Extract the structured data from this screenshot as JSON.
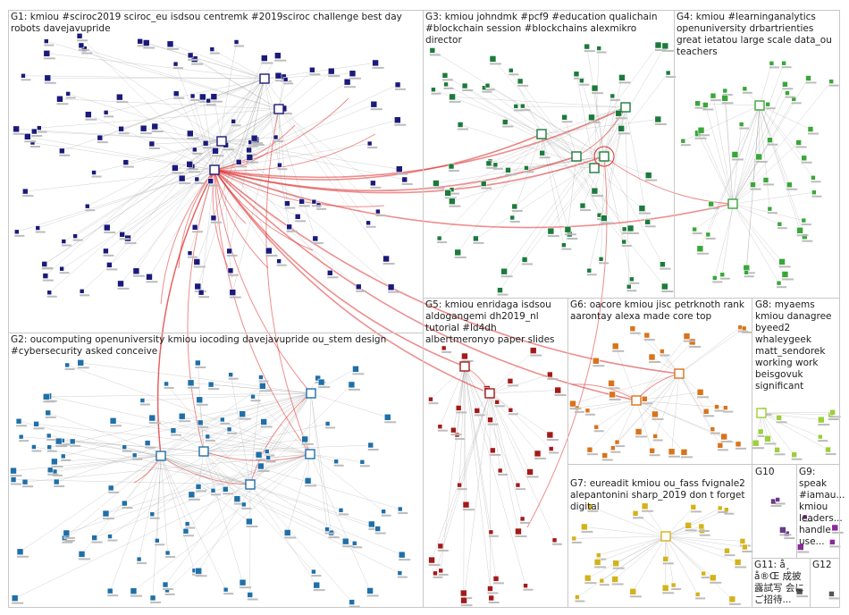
{
  "groups": [
    {
      "id": "G1",
      "color": "#1a1a7a",
      "label": "G1: kmiou #sciroc2019 sciroc_eu isdsou centremk #2019sciroc challenge best day robots davejavupride"
    },
    {
      "id": "G2",
      "color": "#1f6fa8",
      "label": "G2: oucomputing openuniversity kmiou iocoding davejavupride ou_stem design #cybersecurity asked conceive"
    },
    {
      "id": "G3",
      "color": "#1d7a3c",
      "label": "G3: kmiou johndmk #pcf9 #education qualichain #blockchain session #blockchains alexmikro director"
    },
    {
      "id": "G4",
      "color": "#3aa63a",
      "label": "G4: kmiou #learninganalytics openuniversity drbartrienties great ietatou large scale data_ou teachers"
    },
    {
      "id": "G5",
      "color": "#a31a1a",
      "label": "G5: kmiou enridaga isdsou aldogangemi dh2019_nl tutorial #ld4dh albertmeronyo paper slides"
    },
    {
      "id": "G6",
      "color": "#d9731a",
      "label": "G6: oacore kmiou jisc petrknoth rank aarontay alexa made core top"
    },
    {
      "id": "G7",
      "color": "#d4b21a",
      "label": "G7: eureadit kmiou ou_fass fvignale2 alepantonini sharp_2019 don t forget digital"
    },
    {
      "id": "G8",
      "color": "#9ccf3a",
      "label": "G8: myaems kmiou danagree byeed2 whaleygeek matt_sendorek working work beisgovuk significant"
    },
    {
      "id": "G9",
      "color": "#8a2a9a",
      "label": "G9: speak #iamau... kmiou leaders... handle use..."
    },
    {
      "id": "G10",
      "color": "#6a3a8a",
      "label": "G10"
    },
    {
      "id": "G11",
      "color": "#555555",
      "label": "G11: å¸ å®Œ 成披露試写 会にご招待..."
    },
    {
      "id": "G12",
      "color": "#555555",
      "label": "G12"
    }
  ]
}
